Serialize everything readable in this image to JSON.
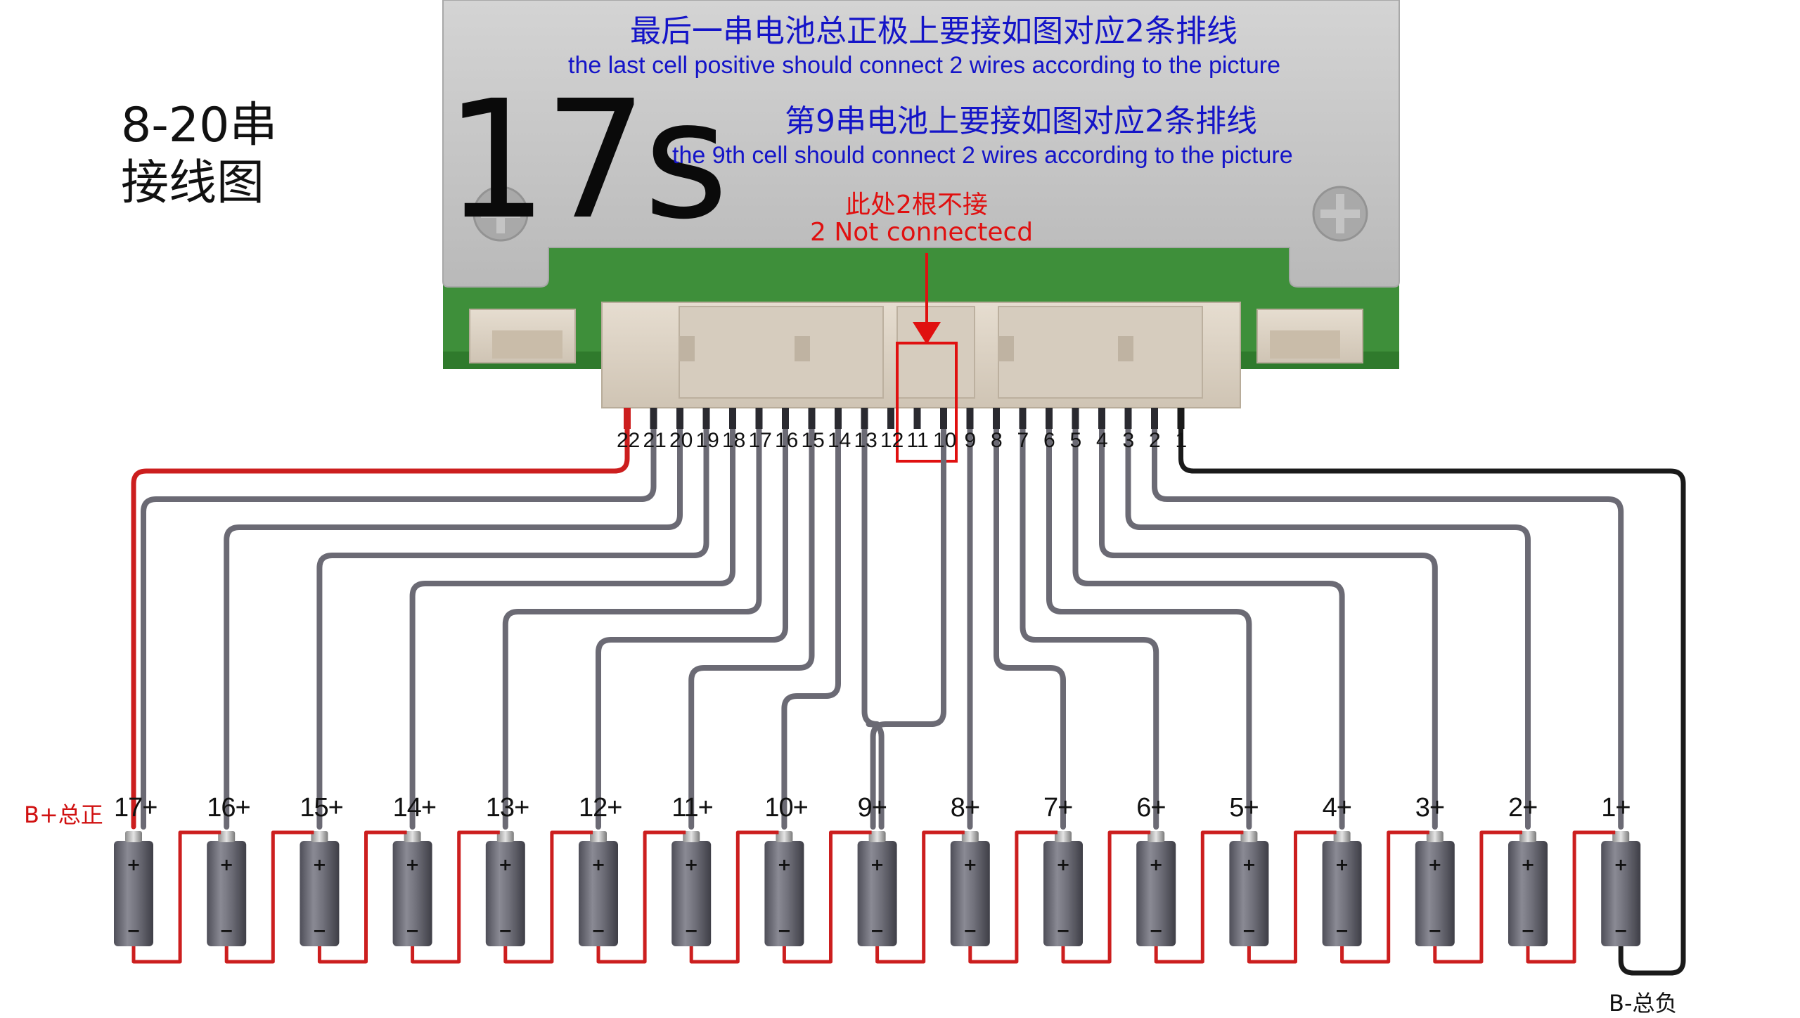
{
  "title_cn": "8-20串\n接线图",
  "title_line1": "8-20串",
  "title_line2": "接线图",
  "model_label": "17s",
  "note_last_cell_cn": "最后一串电池总正极上要接如图对应2条排线",
  "note_last_cell_en": "the last cell positive should connect 2 wires according to the picture",
  "note_ninth_cell_cn": "第9串电池上要接如图对应2条排线",
  "note_ninth_cell_en": "the 9th cell should connect 2 wires according to the picture",
  "not_connected_cn": "此处2根不接",
  "not_connected_en": "2 Not connectecd",
  "pins": [
    "22",
    "21",
    "20",
    "19",
    "18",
    "17",
    "16",
    "15",
    "14",
    "13",
    "12",
    "11",
    "10",
    "9",
    "8",
    "7",
    "6",
    "5",
    "4",
    "3",
    "2",
    "1"
  ],
  "cells": [
    "17+",
    "16+",
    "15+",
    "14+",
    "13+",
    "12+",
    "11+",
    "10+",
    "9+",
    "8+",
    "7+",
    "6+",
    "5+",
    "4+",
    "3+",
    "2+",
    "1+"
  ],
  "b_plus_label": "B+总正",
  "b_minus_label": "B-总负",
  "battery_plus": "+",
  "battery_minus": "−",
  "colors": {
    "wire_gray": "#6b6a74",
    "wire_red": "#cc1e1e",
    "wire_black": "#1a1a1a",
    "board_green": "#3e8f3a",
    "cover_gray": "#c8c8c8",
    "connector_beige": "#ddd3c5",
    "text_blue": "#1414c8",
    "text_red": "#e01010"
  }
}
